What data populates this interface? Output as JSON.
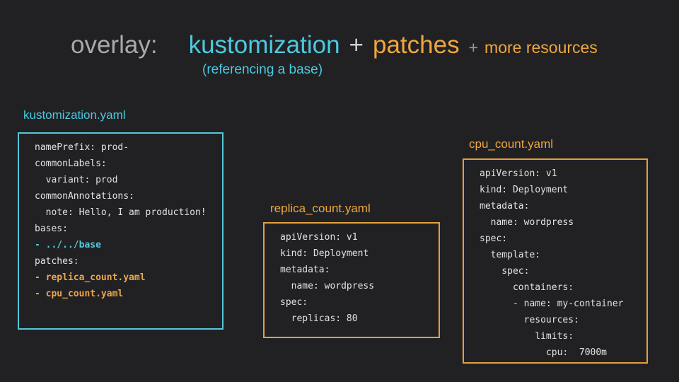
{
  "colors": {
    "bg": "#212124",
    "cyan": "#4cc9e0",
    "orange": "#efa63c",
    "border_cyan": "#55c6d8",
    "border_orange": "#e3a03d",
    "gray": "#a9a9a9",
    "plus_light": "#cfcfcf",
    "plus_gray": "#9a9a9a",
    "code_text": "#e2e2e2",
    "code_cyan": "#55c9de",
    "code_orange": "#eda648"
  },
  "title": {
    "overlay": "overlay:",
    "kustomization": "kustomization",
    "plus": "+",
    "patches": "patches",
    "plus_small": "+",
    "more": "more resources",
    "subtitle": "(referencing a base)"
  },
  "panels": {
    "kustomization": {
      "label": "kustomization.yaml",
      "lines": [
        {
          "text": "namePrefix: prod-",
          "style": "plain"
        },
        {
          "text": "commonLabels:",
          "style": "plain"
        },
        {
          "text": "  variant: prod",
          "style": "plain"
        },
        {
          "text": "commonAnnotations:",
          "style": "plain"
        },
        {
          "text": "  note: Hello, I am production!",
          "style": "plain"
        },
        {
          "text": "bases:",
          "style": "plain"
        },
        {
          "text": "- ../../base",
          "style": "cyan"
        },
        {
          "text": "patches:",
          "style": "plain"
        },
        {
          "text": "- replica_count.yaml",
          "style": "orange"
        },
        {
          "text": "- cpu_count.yaml",
          "style": "orange"
        }
      ]
    },
    "replica": {
      "label": "replica_count.yaml",
      "lines": [
        {
          "text": "apiVersion: v1",
          "style": "plain"
        },
        {
          "text": "kind: Deployment",
          "style": "plain"
        },
        {
          "text": "metadata:",
          "style": "plain"
        },
        {
          "text": "  name: wordpress",
          "style": "plain"
        },
        {
          "text": "spec:",
          "style": "plain"
        },
        {
          "text": "  replicas: 80",
          "style": "plain"
        }
      ]
    },
    "cpu": {
      "label": "cpu_count.yaml",
      "lines": [
        {
          "text": "apiVersion: v1",
          "style": "plain"
        },
        {
          "text": "kind: Deployment",
          "style": "plain"
        },
        {
          "text": "metadata:",
          "style": "plain"
        },
        {
          "text": "  name: wordpress",
          "style": "plain"
        },
        {
          "text": "spec:",
          "style": "plain"
        },
        {
          "text": "  template:",
          "style": "plain"
        },
        {
          "text": "    spec:",
          "style": "plain"
        },
        {
          "text": "      containers:",
          "style": "plain"
        },
        {
          "text": "      - name: my-container",
          "style": "plain"
        },
        {
          "text": "        resources:",
          "style": "plain"
        },
        {
          "text": "          limits:",
          "style": "plain"
        },
        {
          "text": "            cpu:  7000m",
          "style": "plain"
        }
      ]
    }
  }
}
